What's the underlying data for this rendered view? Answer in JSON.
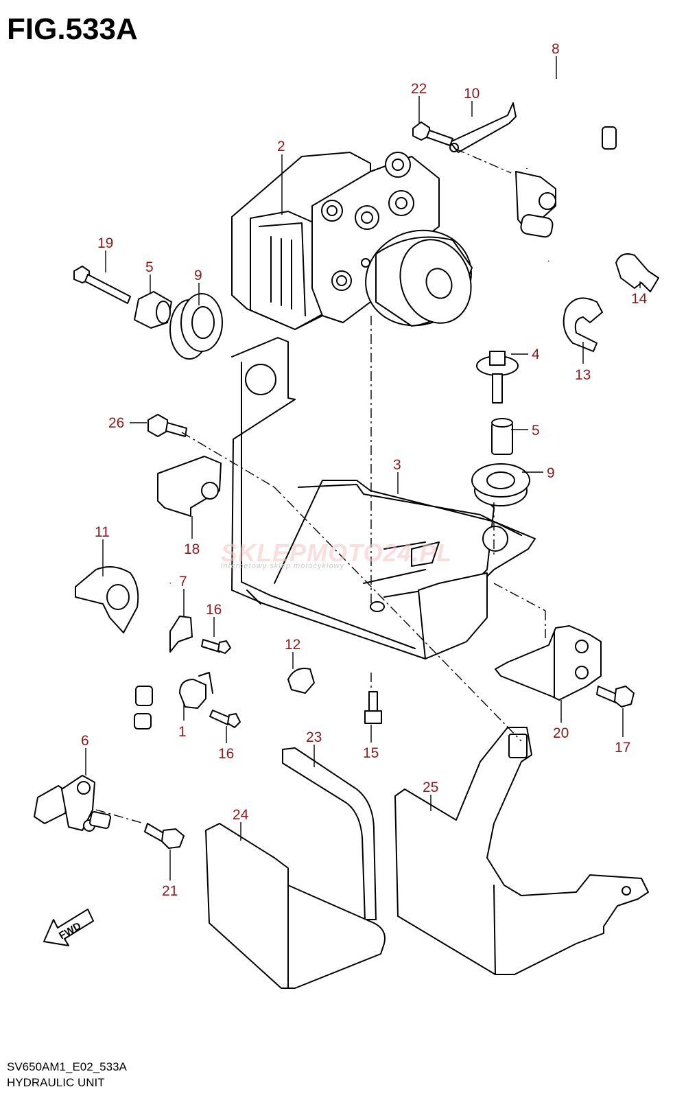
{
  "figure": {
    "title": "FIG.533A",
    "code": "SV650AM1_E02_533A",
    "name": "HYDRAULIC UNIT",
    "fwd_label": "FWD"
  },
  "watermark": {
    "main": "SKLEPMOTO24.PL",
    "sub": "internetowy sklep motocyklowy"
  },
  "colors": {
    "label": "#8b1a1a",
    "line": "#000000",
    "watermark": "#f5c4c4"
  },
  "labels": [
    {
      "n": "1"
    },
    {
      "n": "2"
    },
    {
      "n": "3"
    },
    {
      "n": "4"
    },
    {
      "n": "5"
    },
    {
      "n": "5"
    },
    {
      "n": "6"
    },
    {
      "n": "7"
    },
    {
      "n": "8"
    },
    {
      "n": "9"
    },
    {
      "n": "9"
    },
    {
      "n": "10"
    },
    {
      "n": "11"
    },
    {
      "n": "12"
    },
    {
      "n": "13"
    },
    {
      "n": "14"
    },
    {
      "n": "15"
    },
    {
      "n": "16"
    },
    {
      "n": "16"
    },
    {
      "n": "17"
    },
    {
      "n": "18"
    },
    {
      "n": "19"
    },
    {
      "n": "20"
    },
    {
      "n": "21"
    },
    {
      "n": "22"
    },
    {
      "n": "23"
    },
    {
      "n": "24"
    },
    {
      "n": "25"
    },
    {
      "n": "26"
    }
  ]
}
